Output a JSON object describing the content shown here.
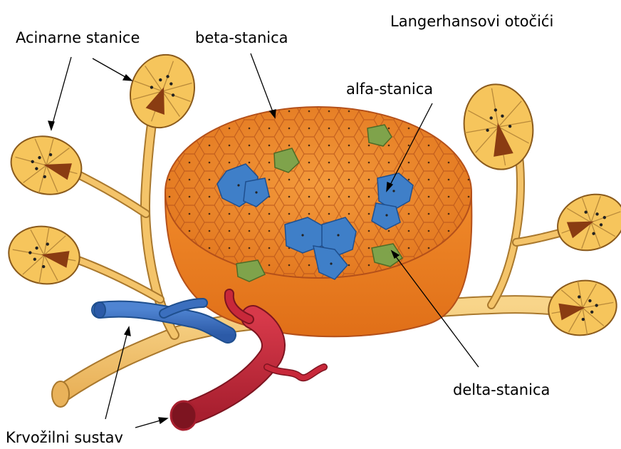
{
  "labels": {
    "title": "Langerhansovi otočići",
    "acinar": "Acinarne stanice",
    "beta": "beta-stanica",
    "alpha": "alfa-stanica",
    "delta": "delta-stanica",
    "vascular": "Krvožilni sustav"
  },
  "colors": {
    "islet_fill": "#f08a2a",
    "islet_cell_border": "#b4501a",
    "alpha_cell": "#3f7fc8",
    "delta_cell": "#7fa34b",
    "acinus": "#f6c55c",
    "acinus_outline": "#8a5a1c",
    "duct": "#f4c46a",
    "duct_outline": "#a9782d",
    "vein": "#3b6fbe",
    "artery": "#c8283a"
  }
}
